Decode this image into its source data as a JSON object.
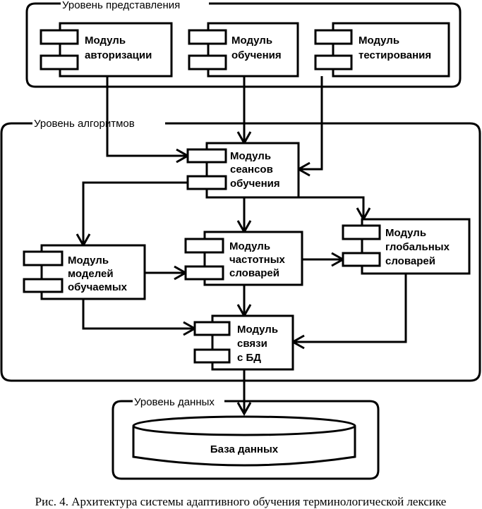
{
  "diagram": {
    "layers": {
      "presentation": "Уровень представления",
      "algorithms": "Уровень алгоритмов",
      "data": "Уровень данных"
    },
    "modules": {
      "auth": [
        "Модуль",
        "авторизации"
      ],
      "learning": [
        "Модуль",
        "обучения"
      ],
      "testing": [
        "Модуль",
        "тестирования"
      ],
      "sessions": [
        "Модуль",
        "сеансов",
        "обучения"
      ],
      "learner_models": [
        "Модуль",
        "моделей",
        "обучаемых"
      ],
      "frequency_dicts": [
        "Модуль",
        "частотных",
        "словарей"
      ],
      "global_dicts": [
        "Модуль",
        "глобальных",
        "словарей"
      ],
      "db_link": [
        "Модуль",
        "связи",
        "с БД"
      ]
    },
    "database": "База данных",
    "connections": [
      {
        "from": "auth",
        "to": "sessions"
      },
      {
        "from": "learning",
        "to": "sessions"
      },
      {
        "from": "testing",
        "to": "sessions"
      },
      {
        "from": "sessions",
        "to": "learner_models"
      },
      {
        "from": "sessions",
        "to": "frequency_dicts"
      },
      {
        "from": "sessions",
        "to": "global_dicts"
      },
      {
        "from": "learner_models",
        "to": "frequency_dicts"
      },
      {
        "from": "frequency_dicts",
        "to": "global_dicts"
      },
      {
        "from": "learner_models",
        "to": "db_link"
      },
      {
        "from": "frequency_dicts",
        "to": "db_link"
      },
      {
        "from": "global_dicts",
        "to": "db_link"
      },
      {
        "from": "db_link",
        "to": "database"
      }
    ]
  },
  "caption": "Рис. 4. Архитектура системы адаптивного обучения терминологической лексике"
}
